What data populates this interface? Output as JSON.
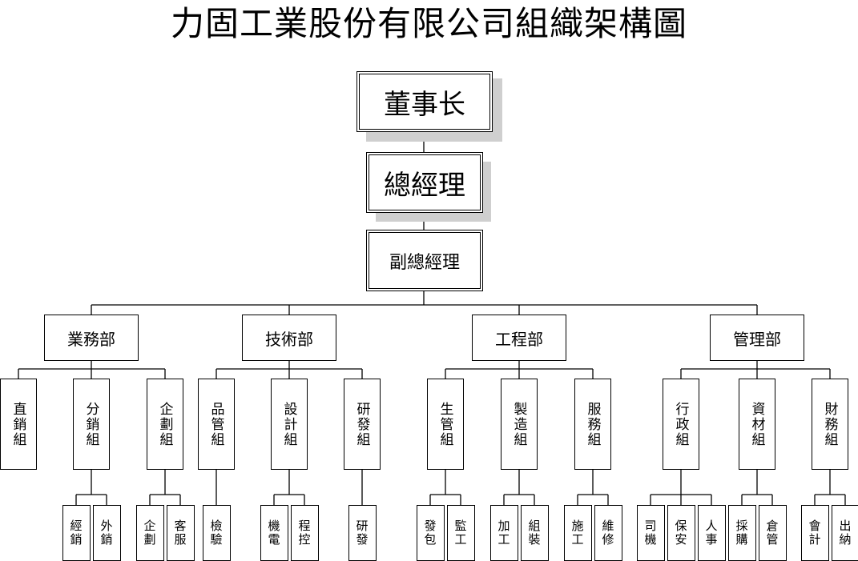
{
  "title": "力固工業股份有限公司組織架構圖",
  "org": {
    "chairman": "董事长",
    "gm": "總經理",
    "vgm": "副總經理",
    "departments": [
      {
        "name": "業務部",
        "groups": [
          {
            "name": "直銷組",
            "units": []
          },
          {
            "name": "分銷組",
            "units": [
              "經銷",
              "外銷"
            ]
          },
          {
            "name": "企劃組",
            "units": [
              "企劃",
              "客服"
            ]
          }
        ]
      },
      {
        "name": "技術部",
        "groups": [
          {
            "name": "品管組",
            "units": [
              "檢驗"
            ]
          },
          {
            "name": "設計組",
            "units": [
              "機電",
              "程控"
            ]
          },
          {
            "name": "研發組",
            "units": [
              "研發"
            ]
          }
        ]
      },
      {
        "name": "工程部",
        "groups": [
          {
            "name": "生管組",
            "units": [
              "發包",
              "監工"
            ]
          },
          {
            "name": "製造組",
            "units": [
              "加工",
              "組裝"
            ]
          },
          {
            "name": "服務組",
            "units": [
              "施工",
              "維修"
            ]
          }
        ]
      },
      {
        "name": "管理部",
        "groups": [
          {
            "name": "行政組",
            "units": [
              "司機",
              "保安",
              "人事"
            ]
          },
          {
            "name": "資材組",
            "units": [
              "採購",
              "倉管"
            ]
          },
          {
            "name": "財務組",
            "units": [
              "會計",
              "出納"
            ]
          }
        ]
      }
    ]
  }
}
